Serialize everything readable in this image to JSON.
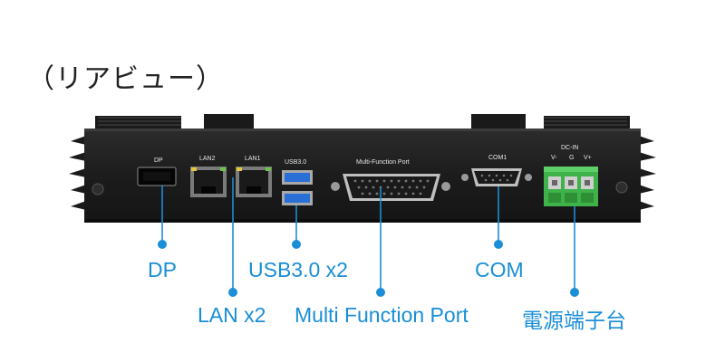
{
  "heading": "（リアビュー）",
  "panel_labels": {
    "dp": "DP",
    "lan2": "LAN2",
    "lan1": "LAN1",
    "usb": "USB3.0",
    "multi": "Multi-Function Port",
    "com": "COM1",
    "dcin": "DC-IN",
    "dcin_v_minus": "V-",
    "dcin_g": "G",
    "dcin_v_plus": "V+"
  },
  "callouts": {
    "dp": "DP",
    "lan": "LAN x2",
    "usb": "USB3.0 x2",
    "multi": "Multi Function Port",
    "com": "COM",
    "power": "電源端子台"
  },
  "colors": {
    "callout": "#1a8ed6",
    "chassis": "#1f1f1f",
    "usb_blue": "#2a6fd6",
    "terminal_green": "#3fb24a"
  }
}
